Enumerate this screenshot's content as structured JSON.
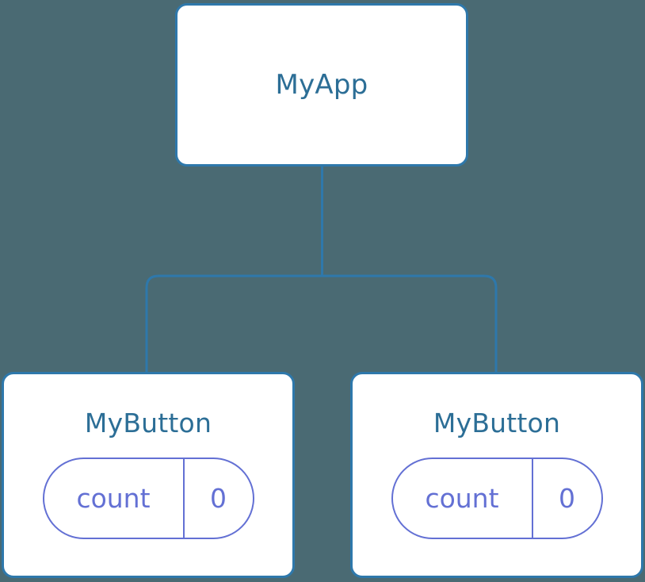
{
  "diagram": {
    "type": "component-tree",
    "background_color": "#4a6a73",
    "node_border_color": "#2e78ab",
    "node_fill_color": "#ffffff",
    "title_color": "#2c6e96",
    "pill_color": "#6370d4",
    "connector_color": "#2e78ab"
  },
  "root": {
    "label": "MyApp"
  },
  "children": [
    {
      "label": "MyButton",
      "state": {
        "key": "count",
        "value": "0"
      }
    },
    {
      "label": "MyButton",
      "state": {
        "key": "count",
        "value": "0"
      }
    }
  ]
}
